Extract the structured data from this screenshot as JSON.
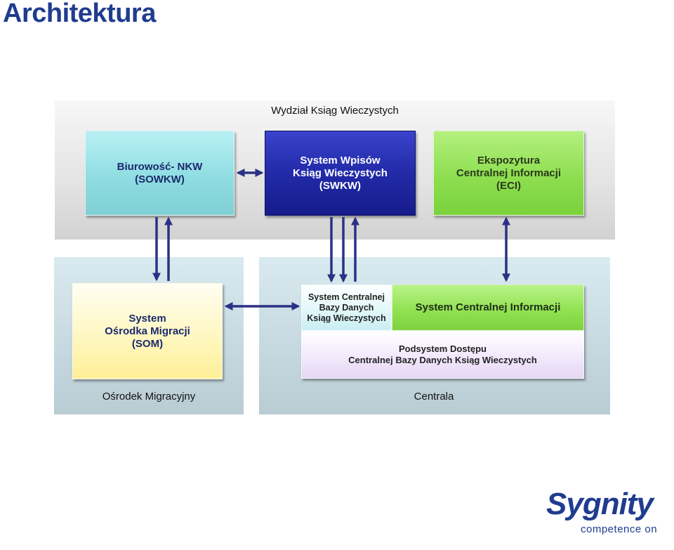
{
  "slide": {
    "title": "Architektura"
  },
  "panels": {
    "top_label": "Wydział Ksiąg Wieczystych",
    "left_label": "Ośrodek Migracyjny",
    "right_label": "Centrala"
  },
  "boxes": {
    "sowkw": "Biurowość- NKW\n(SOWKW)",
    "swkw": "System Wpisów\nKsiąg Wieczystych\n(SWKW)",
    "eci": "Ekspozytura\nCentralnej Informacji\n(ECI)",
    "som": "System\nOśrodka Migracji\n(SOM)",
    "scbd": "System Centralnej\nBazy Danych\nKsiąg Wieczystych",
    "sci": "System Centralnej Informacji",
    "pod": "Podsystem Dostępu\nCentralnej Bazy Danych Ksiąg Wieczystych"
  },
  "colors": {
    "title": "#1f3c8f",
    "arrow": "#2b3185"
  },
  "logo": {
    "name": "Sygnity",
    "tagline": "competence on"
  }
}
